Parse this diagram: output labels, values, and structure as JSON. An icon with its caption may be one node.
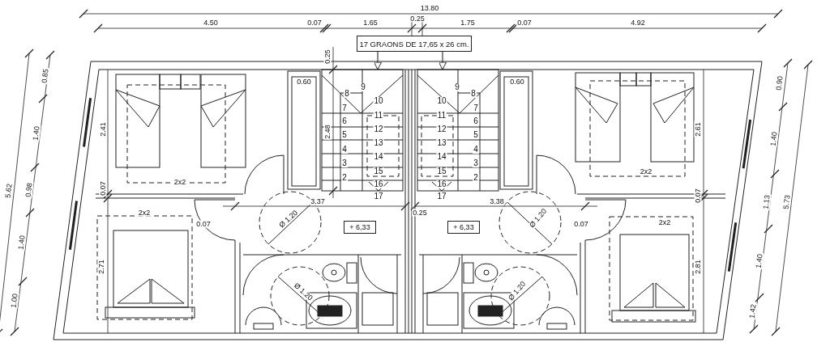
{
  "diagram": {
    "nodes": [
      {
        "text": [
          "17 GRAONS DE 17,65 x 26 cm."
        ]
      },
      {
        "text": [],
        "shape": "picture"
      },
      {
        "text": [],
        "shape": "picture"
      },
      {
        "text": [
          "+ 6,33"
        ]
      },
      {
        "text": [
          "+ 6,33"
        ]
      }
    ],
    "edges": [
      {
        "from": 0,
        "to": 1,
        "arrow": "to"
      },
      {
        "from": 0,
        "to": 2,
        "arrow": "to"
      }
    ],
    "labels": [
      "13.80",
      "4.50",
      "0.07",
      "1.65",
      "0.25",
      "1.75",
      "0.07",
      "4.92",
      "0.85",
      "1.40",
      "5.62",
      "0.98",
      "1.40",
      "1.00",
      "0.90",
      "1.40",
      "1.13",
      "5.73",
      "1.40",
      "1.42",
      "0.25",
      "0.60",
      "0.60",
      "2.41",
      "2.61",
      "9",
      "8",
      "7",
      "6",
      "5",
      "4",
      "3",
      "2",
      "10",
      "11",
      "12",
      "13",
      "14",
      "15",
      "16",
      "17",
      "9",
      "8",
      "7",
      "6",
      "5",
      "4",
      "3",
      "2",
      "10",
      "11",
      "12",
      "13",
      "14",
      "15",
      "16",
      "17",
      "2.48",
      "2x2",
      "2x2",
      "0.07",
      "0.07",
      "2x2",
      "2x2",
      "3.37",
      "3.38",
      "0.07",
      "0.07",
      "Ø 1.20",
      "Ø 1.20",
      "0.25",
      "2.71",
      "2.81",
      "Ø 1.20",
      "Ø 1.20"
    ]
  }
}
